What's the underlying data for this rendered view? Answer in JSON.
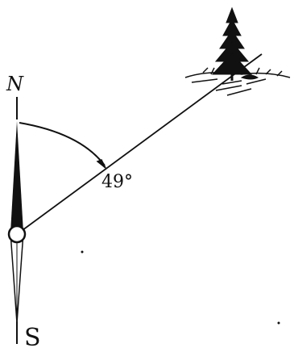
{
  "diagram": {
    "north_label": "N",
    "south_label": "S",
    "angle_label": "49°",
    "bearing_degrees": 49
  },
  "colors": {
    "ink": "#111111",
    "background": "#ffffff"
  }
}
